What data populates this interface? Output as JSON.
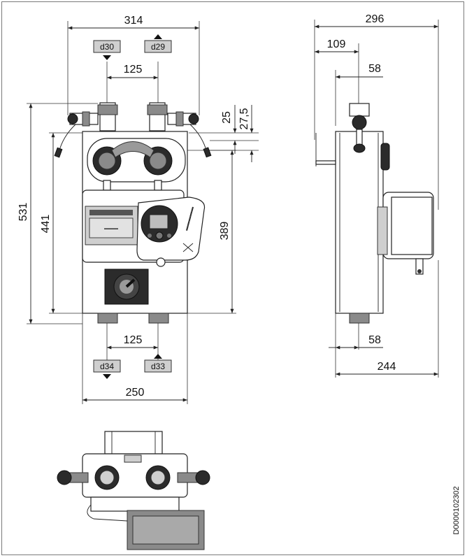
{
  "document_id": "D0000102302",
  "front_view": {
    "dims": {
      "width_top": "314",
      "pipe_spacing_top": "125",
      "total_height": "531",
      "body_height": "441",
      "pump_height": "389",
      "offset_a": "25",
      "offset_b": "27,5",
      "pipe_spacing_bottom": "125",
      "width_bottom": "250"
    },
    "tags": {
      "top_left": "d30",
      "top_right": "d29",
      "bottom_left": "d34",
      "bottom_right": "d33"
    }
  },
  "side_view": {
    "dims": {
      "depth_total": "296",
      "depth_a": "109",
      "depth_b": "58",
      "depth_c": "58",
      "depth_bottom": "244"
    }
  }
}
